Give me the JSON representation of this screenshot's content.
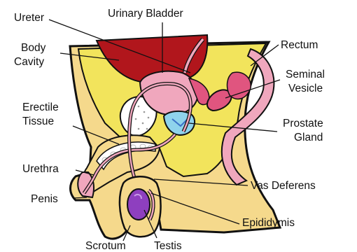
{
  "labels": {
    "ureter": "Ureter",
    "urinary_bladder": "Urinary Bladder",
    "rectum": "Rectum",
    "body_line1": "Body",
    "body_line2": "Cavity",
    "seminal_line1": "Seminal",
    "seminal_line2": "Vesicle",
    "erectile_line1": "Erectile",
    "erectile_line2": "Tissue",
    "prostate_line1": "Prostate",
    "prostate_line2": "Gland",
    "urethra": "Urethra",
    "vas_deferens": "Vas Deferens",
    "penis": "Penis",
    "epididymis": "Epididymis",
    "scrotum": "Scrotum",
    "testis": "Testis"
  },
  "colors": {
    "skin": "#f5d98c",
    "body_cavity": "#f2e45c",
    "bladder_cavity": "#b1161c",
    "pink_tissue": "#f0a7bd",
    "dark_pink": "#e0557f",
    "prostate": "#8fd3ec",
    "testis": "#8e3fbf",
    "bone": "#ffffff",
    "outline": "#111111"
  }
}
